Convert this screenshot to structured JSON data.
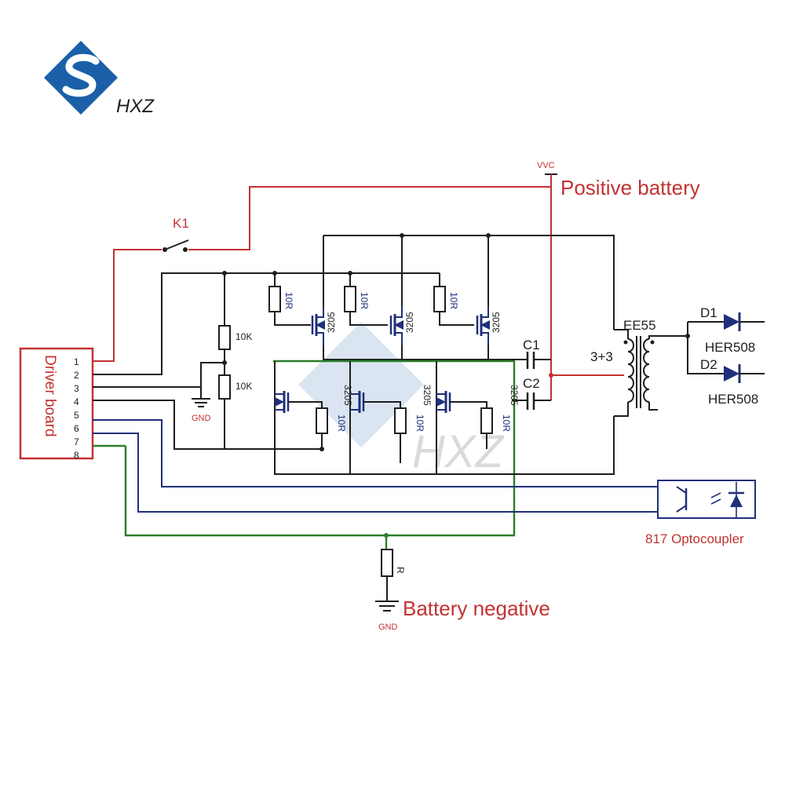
{
  "logo": {
    "text": "HXZ",
    "color": "#1a5fa8"
  },
  "watermark": {
    "text": "HXZ"
  },
  "labels": {
    "vvc": "VVC",
    "positive_battery": "Positive battery",
    "battery_negative": "Battery negative",
    "k1": "K1",
    "gnd": "GND",
    "gnd2": "GND",
    "driver_board": "Driver board",
    "r_10k_top": "10K",
    "r_10k_bottom": "10K",
    "r_gate": [
      "10R",
      "10R",
      "10R",
      "10R",
      "10R",
      "10R"
    ],
    "mosfet": [
      "3205",
      "3205",
      "3205",
      "3205",
      "3205",
      "3205"
    ],
    "c1": "C1",
    "c2": "C2",
    "ee55": "EE55",
    "ratio": "3+3",
    "d1": "D1",
    "d2": "D2",
    "her1": "HER508",
    "her2": "HER508",
    "optocoupler": "817 Optocoupler",
    "r_bottom": "R"
  },
  "pins": [
    "1",
    "2",
    "3",
    "4",
    "5",
    "6",
    "7",
    "8"
  ],
  "colors": {
    "wire_black": "#1e1e1e",
    "wire_blue": "#1f2f7a",
    "wire_red": "#c23232",
    "wire_green": "#2b7d2b"
  }
}
